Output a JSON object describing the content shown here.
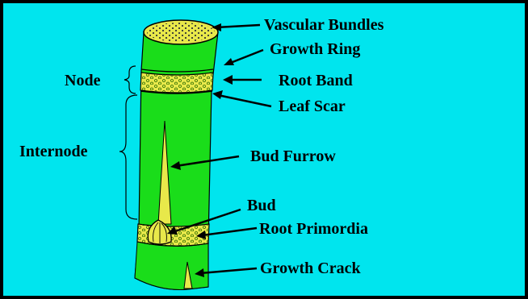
{
  "colors": {
    "background": "#00E5EE",
    "stalk": "#1ADD1A",
    "band": "#E8E84A",
    "outline": "#000000"
  },
  "labels": {
    "vascular_bundles": "Vascular Bundles",
    "growth_ring": "Growth Ring",
    "root_band": "Root Band",
    "leaf_scar": "Leaf Scar",
    "bud_furrow": "Bud Furrow",
    "bud": "Bud",
    "root_primordia": "Root Primordia",
    "growth_crack": "Growth Crack",
    "node": "Node",
    "internode": "Internode"
  }
}
